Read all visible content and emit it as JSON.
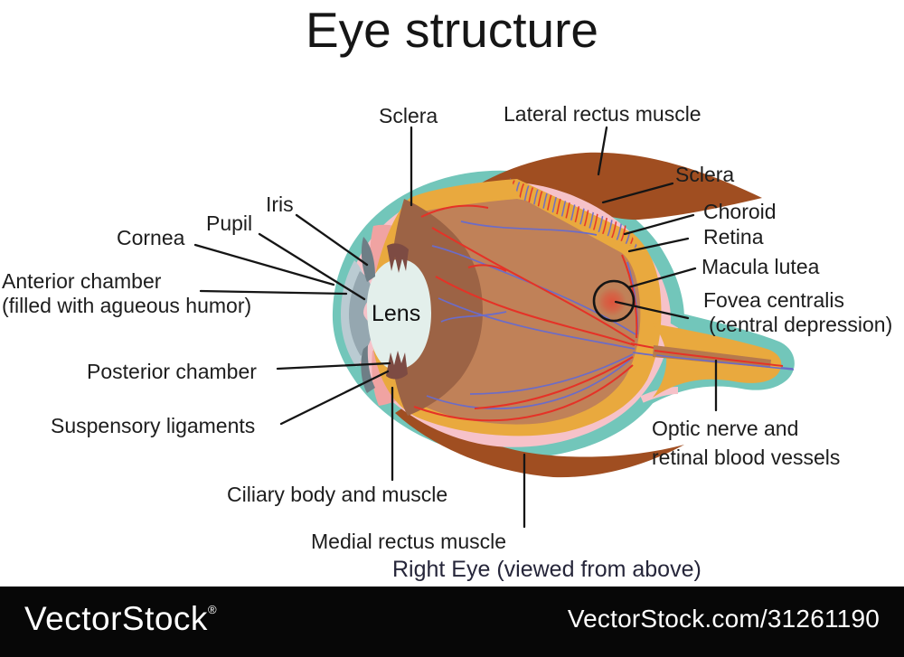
{
  "title": "Eye structure",
  "caption": "Right Eye (viewed from above)",
  "labels": {
    "sclera_top": "Sclera",
    "lateral_rectus_muscle": "Lateral rectus muscle",
    "sclera_right": "Sclera",
    "choroid": "Choroid",
    "retina": "Retina",
    "macula_lutea": "Macula lutea",
    "fovea_centralis": "Fovea centralis",
    "fovea_centralis_sub": "(central depression)",
    "optic_nerve_line1": "Optic nerve and",
    "optic_nerve_line2": "retinal blood vessels",
    "iris": "Iris",
    "pupil": "Pupil",
    "cornea": "Cornea",
    "anterior_chamber": "Anterior chamber",
    "anterior_chamber_sub": "(filled with agueous humor)",
    "posterior_chamber": "Posterior chamber",
    "suspensory_ligaments": "Suspensory ligaments",
    "ciliary_body": "Ciliary body and muscle",
    "medial_rectus_muscle": "Medial rectus muscle",
    "lens": "Lens"
  },
  "watermark": {
    "brand": "VectorStock",
    "registered_mark": "®",
    "code_text": "VectorStock.com/31261190",
    "bar_bg": "#070707",
    "text_color": "#ffffff"
  },
  "colors": {
    "background": "#ffffff",
    "sclera_teal": "#72C6BA",
    "choroid_pink": "#F6C2C9",
    "ciliary_salmon": "#F0A3A2",
    "retina_orange": "#E9A93E",
    "vitreous_brown": "#C08158",
    "vitreous_dark": "#9C6345",
    "muscle_brown": "#A04E21",
    "lens_fill": "#E3EFEB",
    "cornea_light": "#BACBD2",
    "cornea_dark": "#95A7B0",
    "iris_dark": "#6E7E86",
    "ligament_maroon": "#7D4B43",
    "vessel_red": "#E53227",
    "vessel_blue": "#6B6CC8",
    "fovea_red": "#E0503A",
    "nerve_stripe": "#B5794E",
    "leader_line": "#151515",
    "label_text": "#1d1d1d"
  }
}
